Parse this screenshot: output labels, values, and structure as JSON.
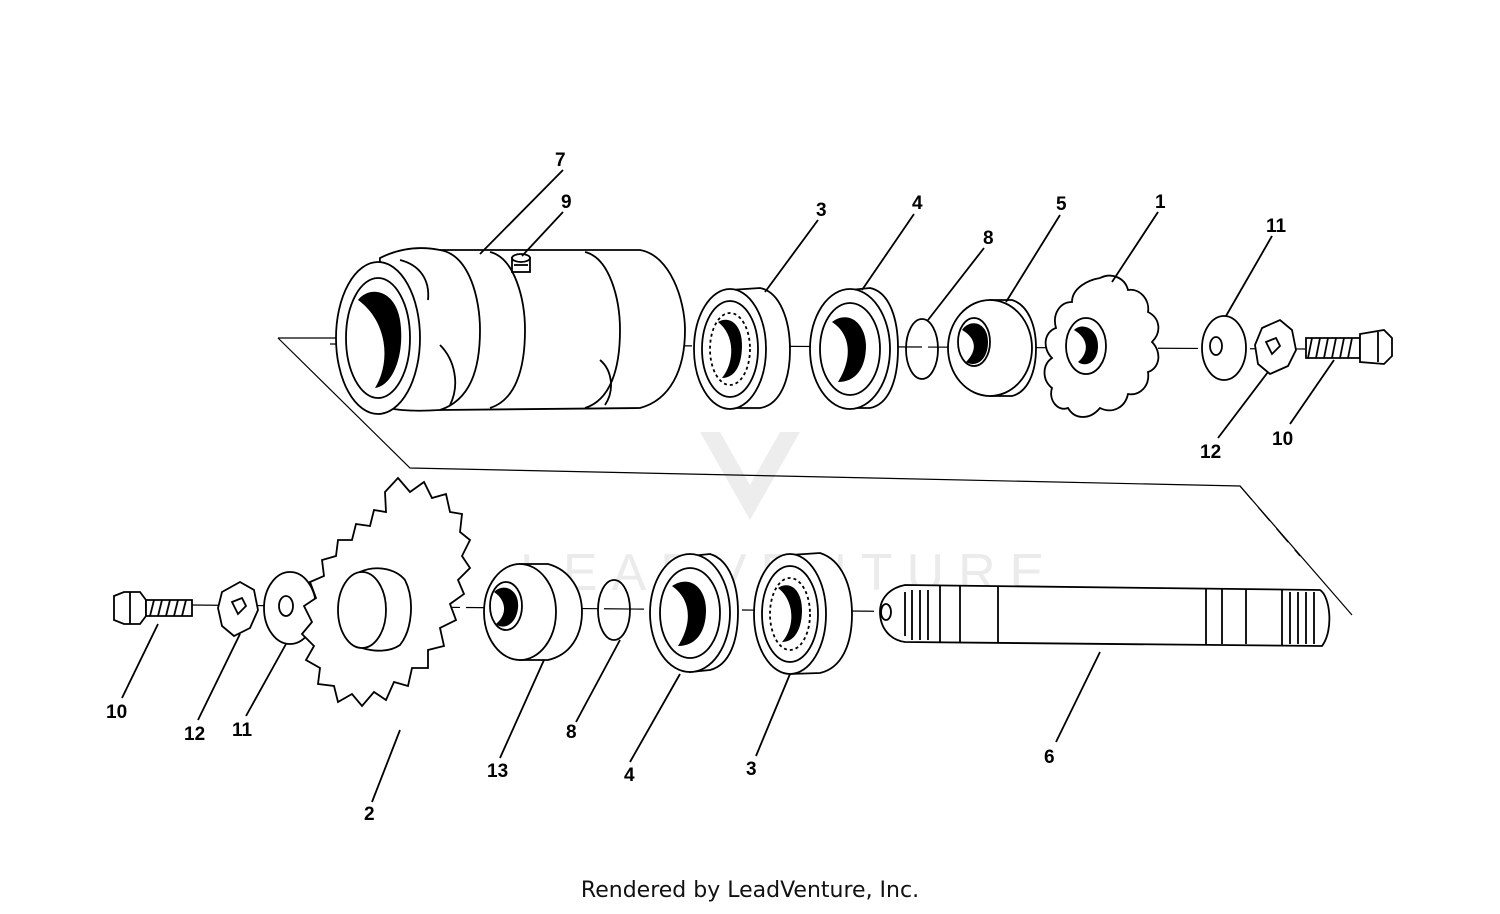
{
  "diagram": {
    "watermark": "LEADVENTURE",
    "footer": "Rendered by LeadVenture, Inc.",
    "callouts": {
      "c7": "7",
      "c9": "9",
      "c3a": "3",
      "c4a": "4",
      "c8a": "8",
      "c5": "5",
      "c1": "1",
      "c11a": "11",
      "c12a": "12",
      "c10a": "10",
      "c10b": "10",
      "c12b": "12",
      "c11b": "11",
      "c2": "2",
      "c13": "13",
      "c8b": "8",
      "c4b": "4",
      "c3b": "3",
      "c6": "6"
    }
  }
}
